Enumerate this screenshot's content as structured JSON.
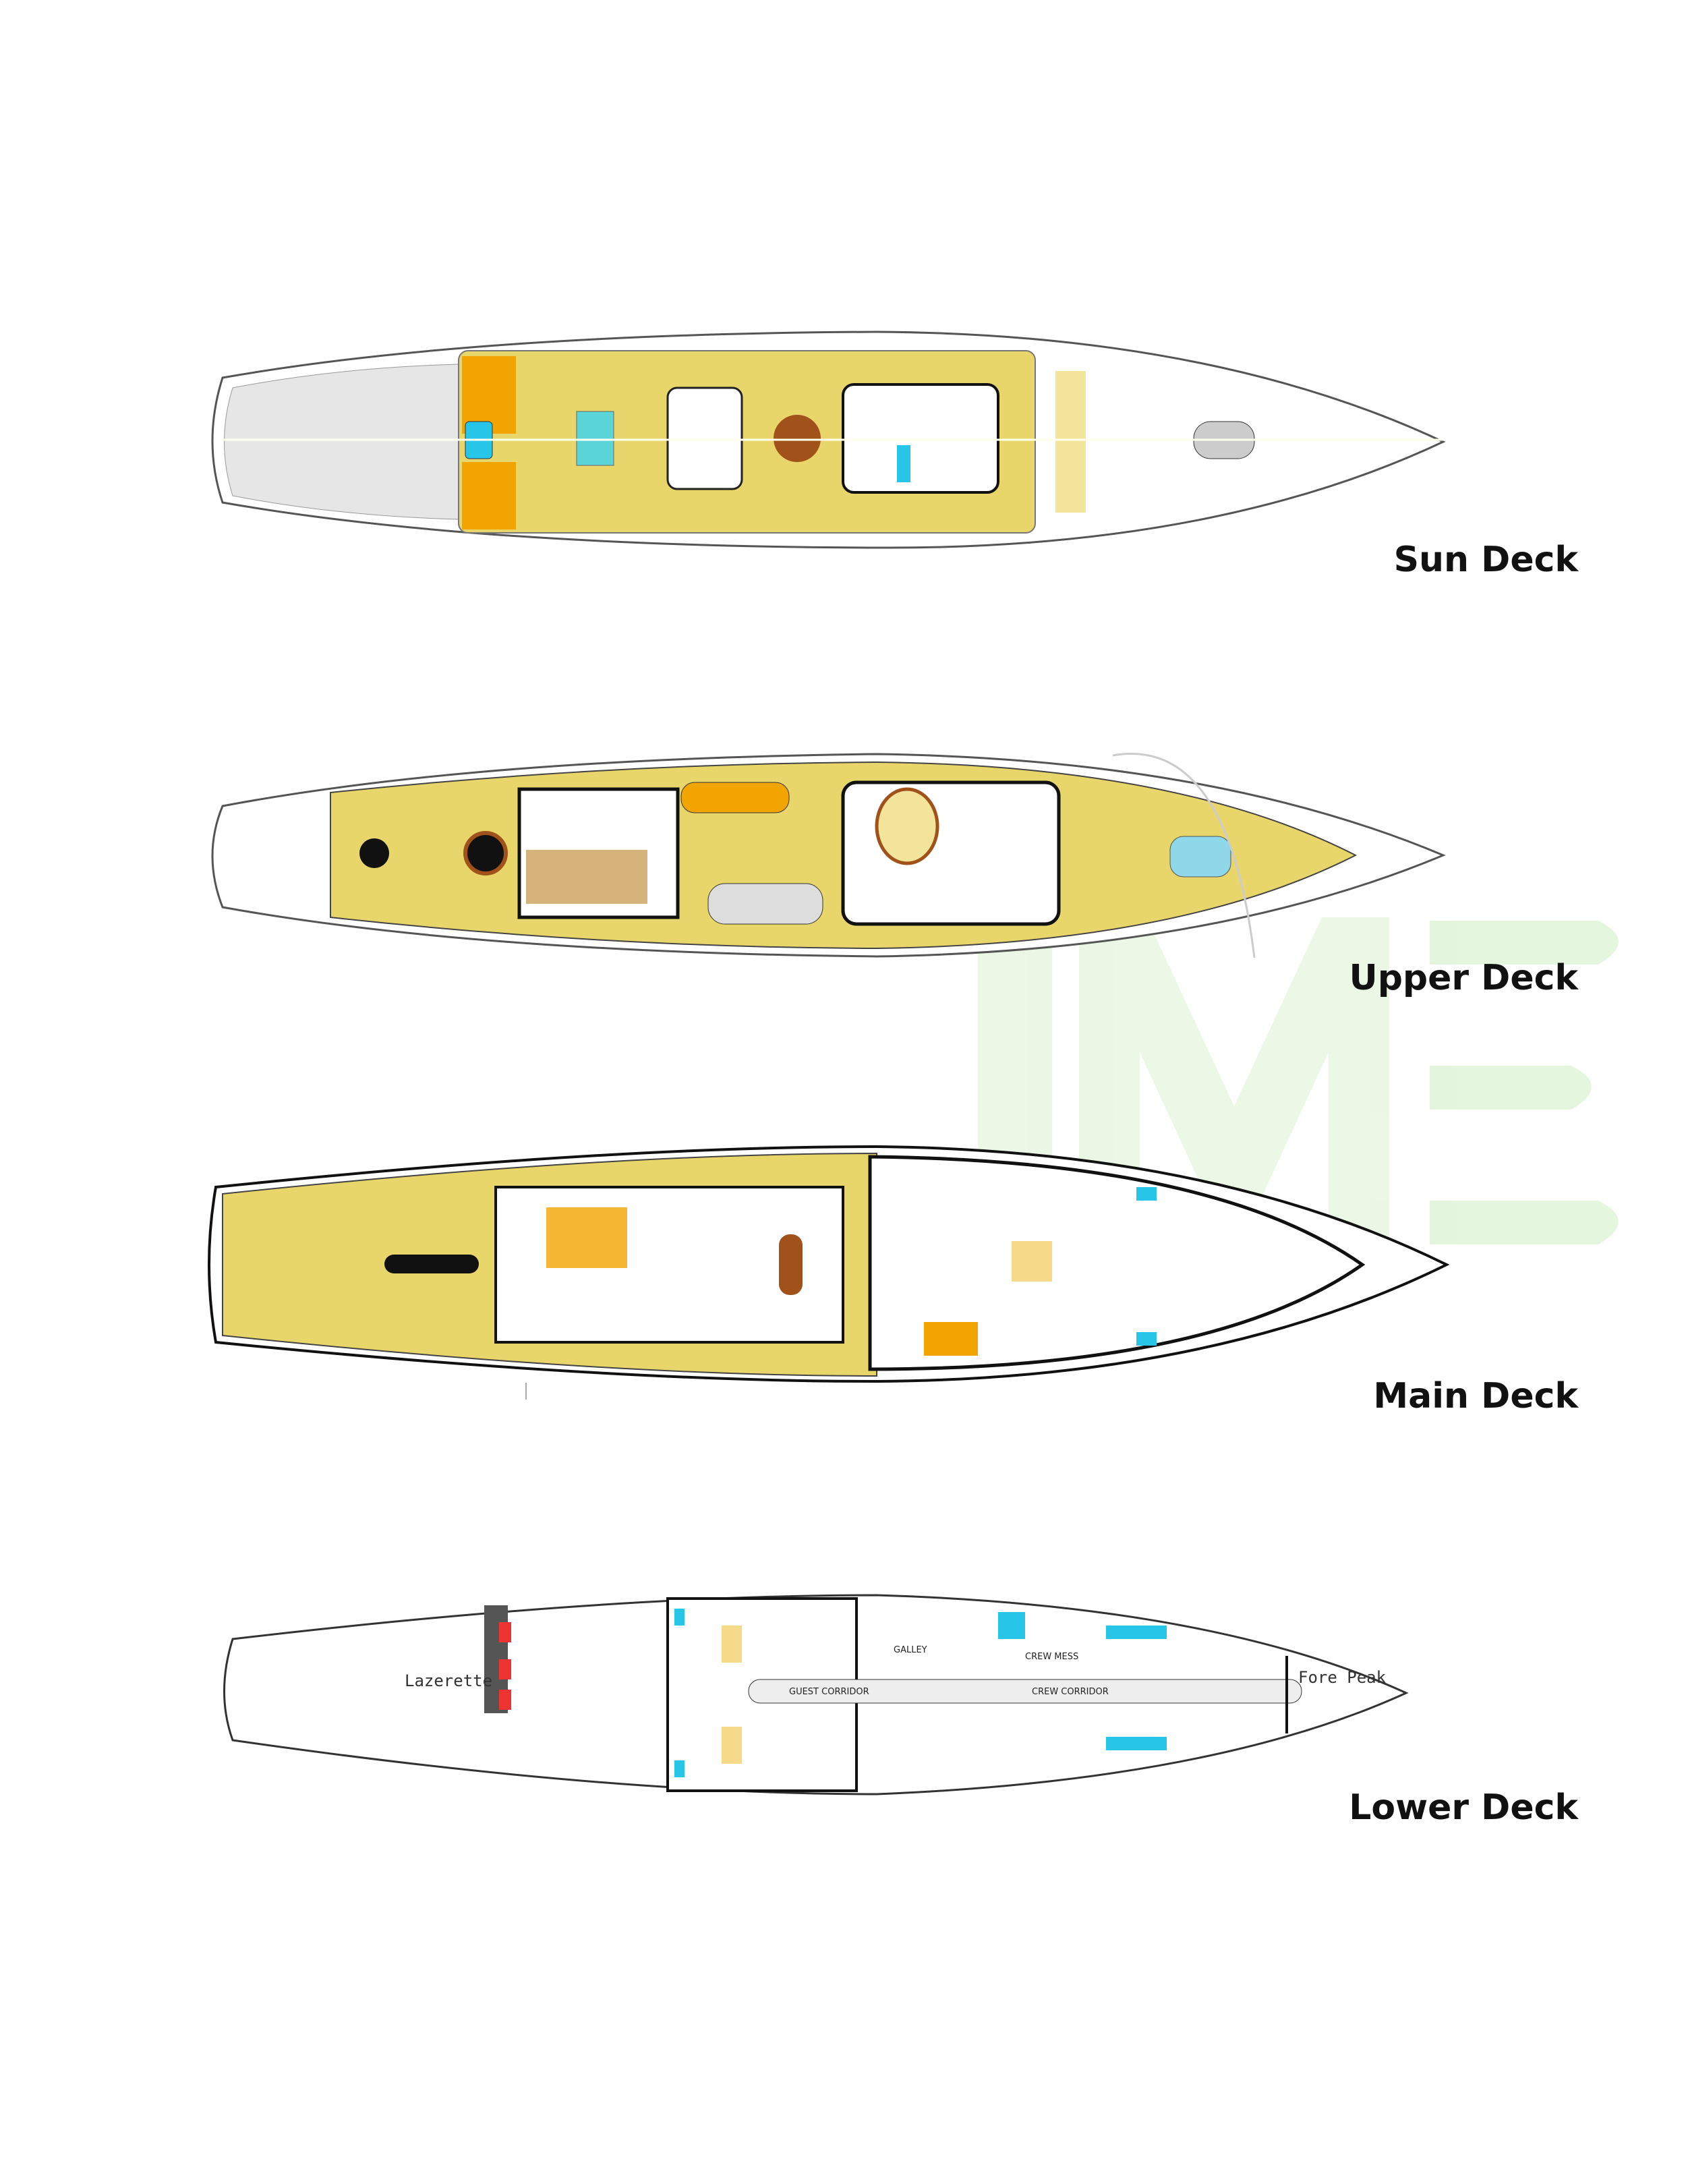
{
  "decks": [
    {
      "label": "Sun Deck",
      "rooms": []
    },
    {
      "label": "Upper Deck",
      "rooms": []
    },
    {
      "label": "Main Deck",
      "rooms": []
    },
    {
      "label": "Lower Deck",
      "rooms": [
        "Lazerette",
        "Fore Peak",
        "GALLEY",
        "CREW MESS",
        "GUEST CORRIDOR",
        "CREW CORRIDOR"
      ]
    }
  ],
  "watermark": {
    "text": "ME",
    "color": "#cfeec4"
  },
  "colors": {
    "deck": "#e9d66b",
    "teak": "#f2e49a",
    "hull": "#e4e4e4",
    "pool": "#27c6e8",
    "sofa": "#f2a500",
    "wood": "#a0521a",
    "berth": "#e44"
  }
}
